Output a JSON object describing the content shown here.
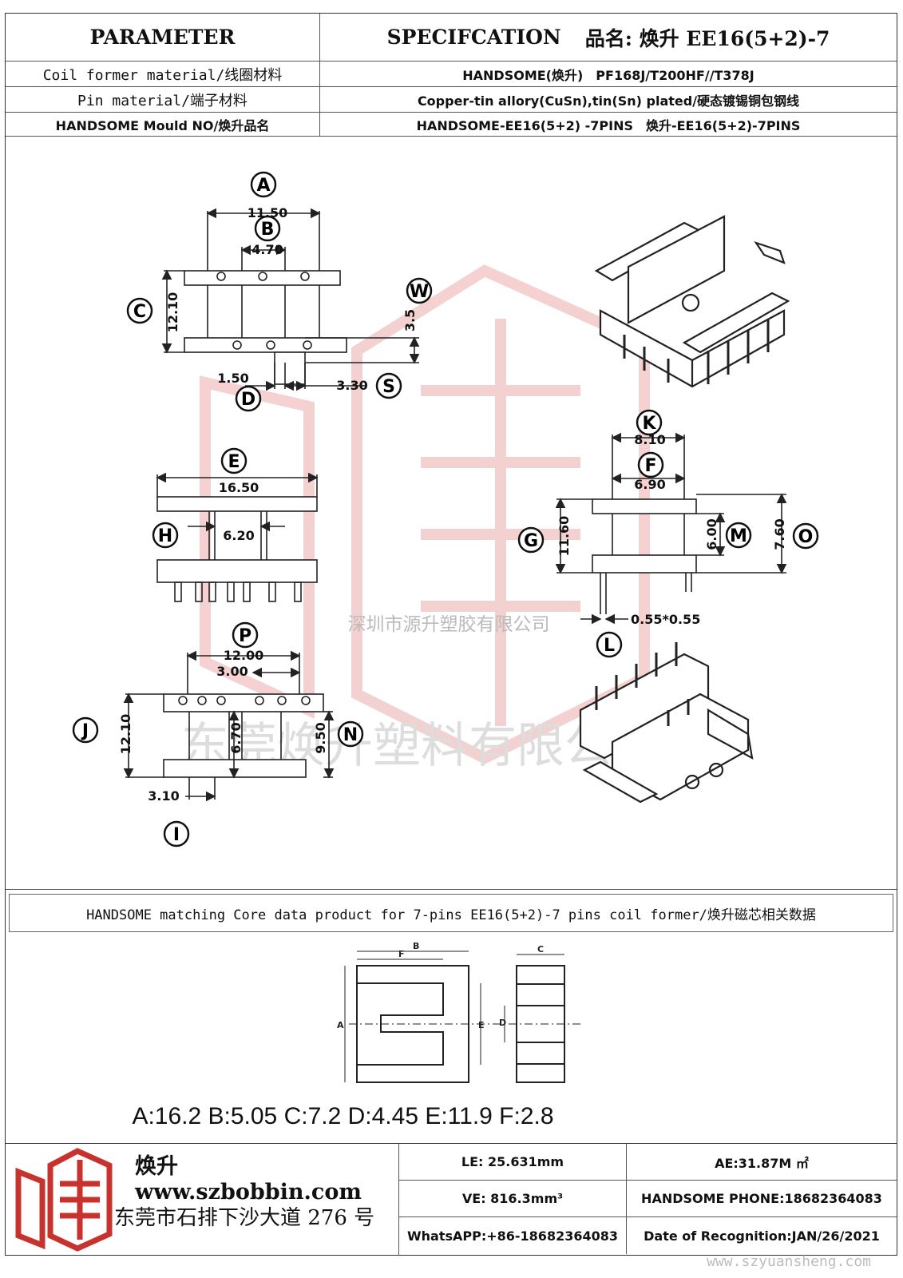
{
  "header": {
    "parameter": "PARAMETER",
    "specification": "SPECIFCATION",
    "product_label": "品名: 焕升 EE16(5+2)-7"
  },
  "spec_rows": [
    {
      "label": "Coil former material/线圈材料",
      "value": "HANDSOME(焕升)　PF168J/T200HF//T378J"
    },
    {
      "label": "Pin material/端子材料",
      "value": "Copper-tin allory(CuSn),tin(Sn) plated/硬态镀锡铜包钢线"
    },
    {
      "label": "HANDSOME Mould NO/焕升品名",
      "value": "HANDSOME-EE16(5+2) -7PINS　焕升-EE16(5+2)-7PINS"
    }
  ],
  "drawing": {
    "dims": {
      "A": "11.50",
      "B": "4.70",
      "C": "12.10",
      "W": "3.5",
      "D": "1.50",
      "S": "3.30",
      "E": "16.50",
      "H": "6.20",
      "K": "8.10",
      "F": "6.90",
      "G": "11.60",
      "M": "6.00",
      "O": "7.60",
      "L": "0.55*0.55",
      "P": "12.00",
      "P2": "3.00",
      "J": "12.10",
      "N_inner": "6.70",
      "N": "9.50",
      "I": "3.10"
    },
    "letters": [
      "A",
      "B",
      "C",
      "W",
      "D",
      "S",
      "E",
      "H",
      "K",
      "F",
      "G",
      "M",
      "O",
      "L",
      "P",
      "J",
      "N",
      "I"
    ],
    "watermark_top": "深圳市源升塑胶有限公司",
    "watermark_bottom": "东莞焕升塑料有限公司"
  },
  "core": {
    "caption": "HANDSOME matching Core data  product for 7-pins EE16(5+2)-7 pins coil former/焕升磁芯相关数据",
    "labels": [
      "A",
      "B",
      "C",
      "D",
      "E",
      "F"
    ],
    "dimensions": "A:16.2 B:5.05 C:7.2 D:4.45 E:11.9 F:2.8"
  },
  "footer": {
    "brand": "焕升",
    "website": "www.szbobbin.com",
    "address": "东莞市石排下沙大道 276 号",
    "le": "LE: 25.631mm",
    "ae": "AE:31.87M ㎡",
    "ve": "VE: 816.3mm³",
    "phone": "HANDSOME PHONE:18682364083",
    "whatsapp": "WhatsAPP:+86-18682364083",
    "date": "Date of Recognition:JAN/26/2021",
    "watermark_url": "www.szyuansheng.com"
  },
  "colors": {
    "line": "#222222",
    "watermark": "#e89a9a",
    "logo_red": "#c8322c"
  }
}
